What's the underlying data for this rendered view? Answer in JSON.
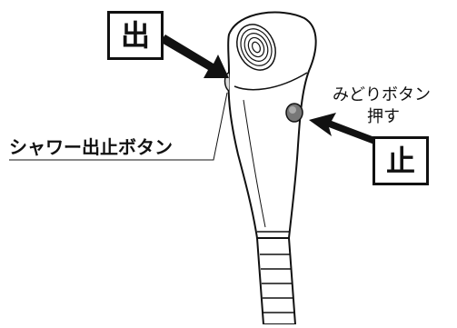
{
  "labels": {
    "out": "出",
    "stop": "止",
    "button_name": "シャワー出止ボタン",
    "green_button_line1": "みどりボタン",
    "green_button_line2": "押す"
  }
}
